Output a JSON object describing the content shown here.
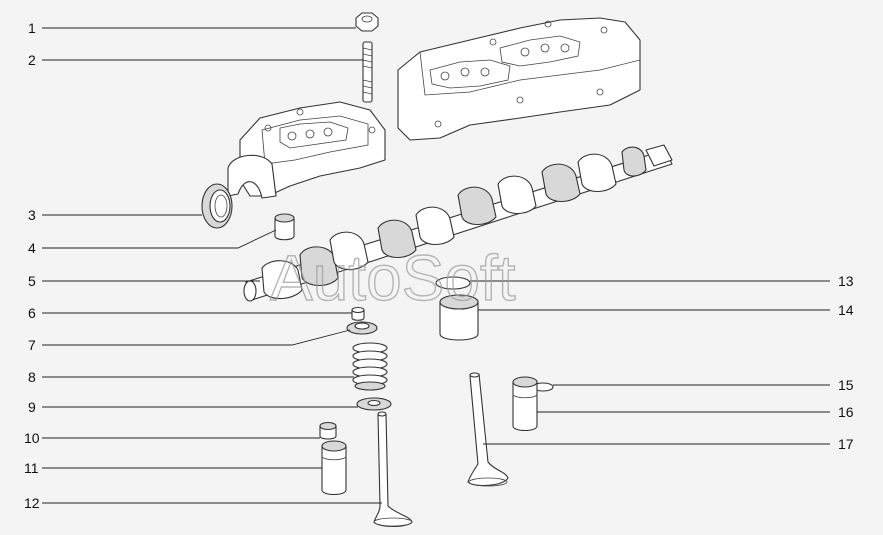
{
  "watermark": "AutoSoft",
  "callouts": [
    "1",
    "2",
    "3",
    "4",
    "5",
    "6",
    "7",
    "8",
    "9",
    "10",
    "11",
    "12",
    "13",
    "14",
    "15",
    "16",
    "17"
  ]
}
